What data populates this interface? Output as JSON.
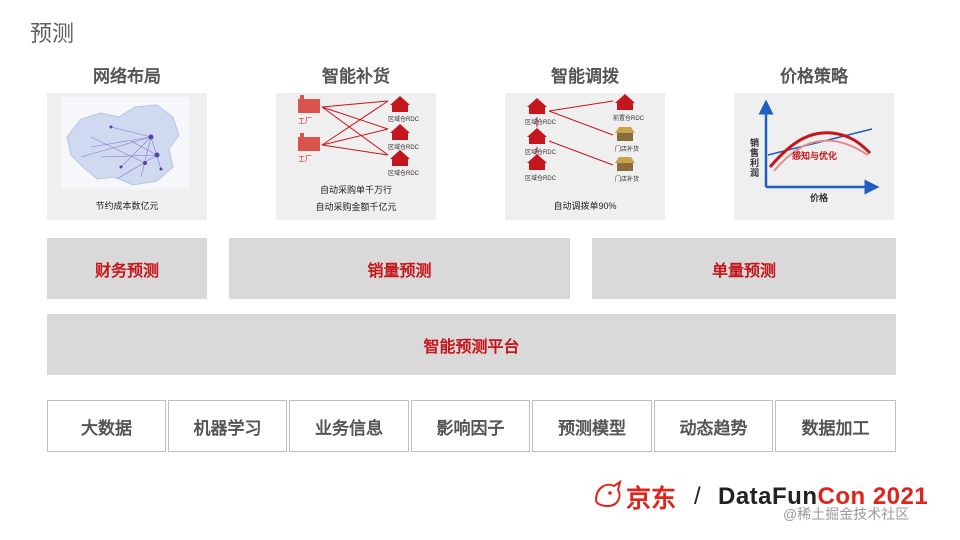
{
  "page": {
    "title": "预测"
  },
  "columns": [
    {
      "title": "网络布局",
      "caption_lines": [
        "节约成本数亿元"
      ]
    },
    {
      "title": "智能补货",
      "caption_lines": [
        "自动采购单千万行",
        "自动采购金额千亿元"
      ],
      "factory_label": "工厂",
      "rdc_label": "区域仓RDC"
    },
    {
      "title": "智能调拨",
      "caption_lines": [
        "自动调拨单90%"
      ],
      "rdc_label": "区域仓RDC",
      "front_label": "前置仓RDC",
      "store_label": "门店补货"
    },
    {
      "title": "价格策略",
      "y_axis": "销售利润",
      "x_axis": "价格",
      "annotation": "感知与优化"
    }
  ],
  "forecast_modules": [
    "财务预测",
    "销量预测",
    "单量预测"
  ],
  "platform": "智能预测平台",
  "foundations": [
    "大数据",
    "机器学习",
    "业务信息",
    "影响因子",
    "预测模型",
    "动态趋势",
    "数据加工"
  ],
  "footer": {
    "brand_cn": "京东",
    "slash": "/",
    "event_a": "DataFun",
    "event_b": "Con 2021",
    "watermark": "@稀土掘金技术社区"
  },
  "colors": {
    "accent": "#c4161c",
    "bar_fill": "#d9d9d9",
    "panel_fill": "#efefef"
  }
}
